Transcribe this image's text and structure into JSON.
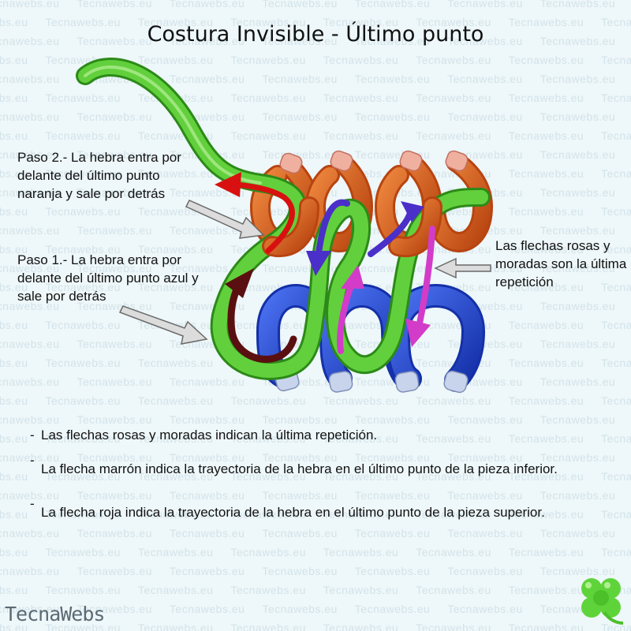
{
  "watermark": "Tecnawebs.eu",
  "title": "Costura Invisible - Último punto",
  "notes": {
    "step2": "Paso 2.- La hebra entra por delante del último punto naranja y sale por detrás",
    "step1": "Paso 1.- La hebra entra por delante del último punto azul y sale por detrás",
    "repeat": "Las flechas rosas y moradas son la última repetición"
  },
  "list": [
    "Las flechas rosas y moradas indican la última repetición.",
    "La flecha marrón indica la trayectoria de la hebra en el último punto de la pieza inferior.",
    "La flecha roja indica la trayectoria de la hebra en el último punto de la pieza superior."
  ],
  "brand": "TecnaWebs",
  "colors": {
    "background": "#eef7f9",
    "thread": "#5fce3a",
    "orange_loop": "#e06020",
    "blue_loop": "#1f45d6",
    "pink_arrow": "#d23cc8",
    "purple_arrow": "#4a2fc8",
    "brown_arrow": "#5a1010",
    "red_arrow": "#d81010",
    "gray_arrow": "#d8d8d8",
    "logo_clover": "#5fd43a"
  },
  "icons": {
    "logo": "four-leaf-clover-icon"
  }
}
